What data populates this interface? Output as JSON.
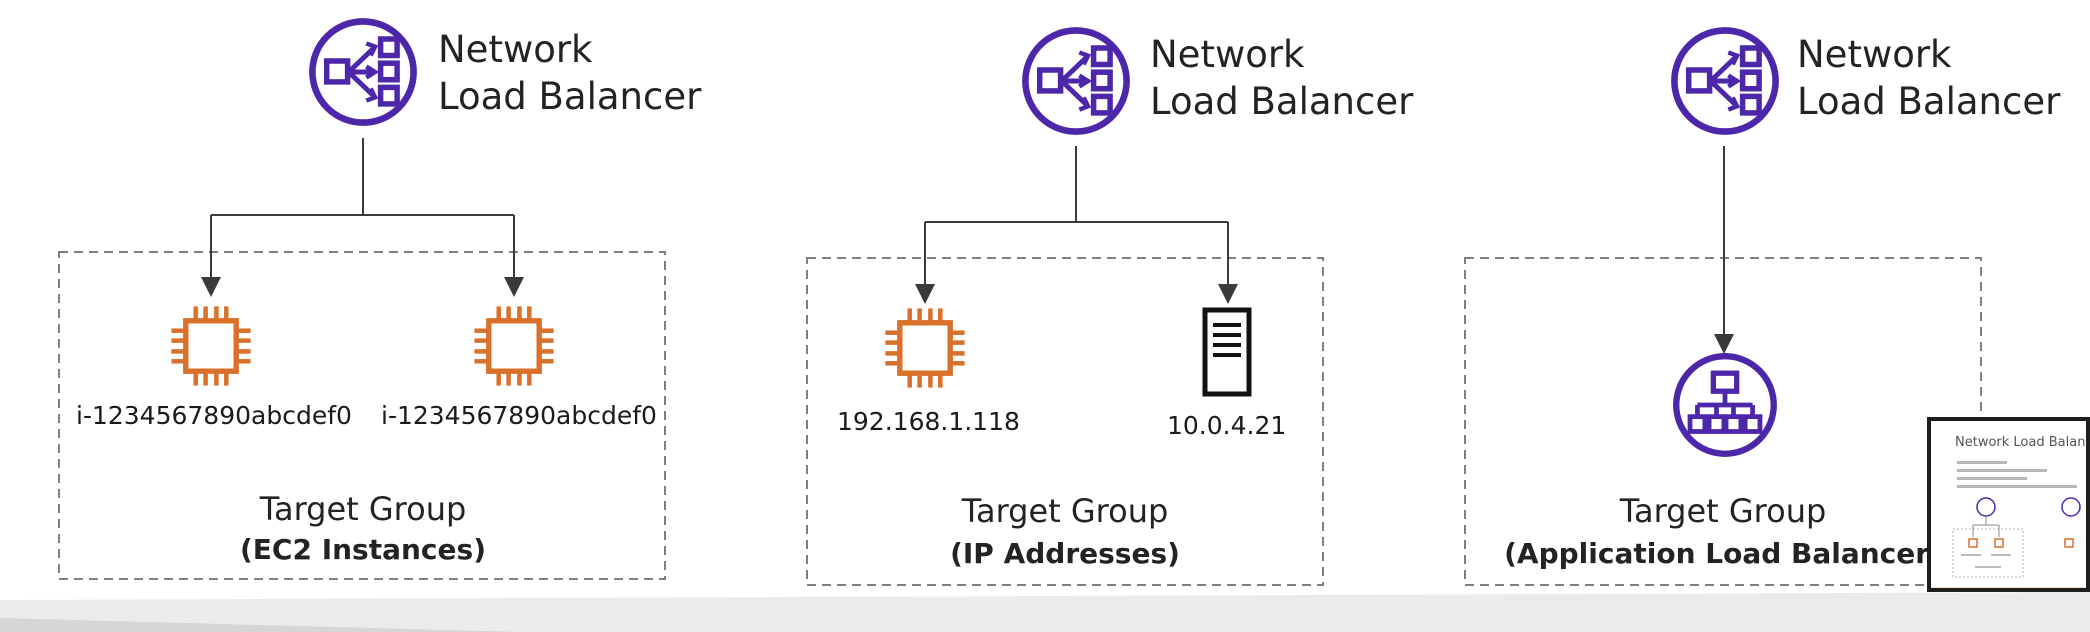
{
  "colors": {
    "purple": "#4d27aa",
    "orange": "#d9712a",
    "connector": "#3a3a3a",
    "border_dashed": "#7f7f7f",
    "footer": "#e8e8e8"
  },
  "panels": [
    {
      "nlb": {
        "icon": "network-load-balancer-icon",
        "line1": "Network",
        "line2": "Load Balancer"
      },
      "targets": [
        {
          "icon": "ec2-instance-icon",
          "label": "i-1234567890abcdef0"
        },
        {
          "icon": "ec2-instance-icon",
          "label": "i-1234567890abcdef0"
        }
      ],
      "group": {
        "title": "Target Group",
        "subtitle": "(EC2 Instances)"
      }
    },
    {
      "nlb": {
        "icon": "network-load-balancer-icon",
        "line1": "Network",
        "line2": "Load Balancer"
      },
      "targets": [
        {
          "icon": "ec2-instance-icon",
          "label": "192.168.1.118"
        },
        {
          "icon": "server-icon",
          "label": "10.0.4.21"
        }
      ],
      "group": {
        "title": "Target Group",
        "subtitle": "(IP Addresses)"
      }
    },
    {
      "nlb": {
        "icon": "network-load-balancer-icon",
        "line1": "Network",
        "line2": "Load Balancer"
      },
      "targets": [
        {
          "icon": "application-load-balancer-icon",
          "label": ""
        }
      ],
      "group": {
        "title": "Target Group",
        "subtitle": "(Application Load Balancer)"
      }
    }
  ],
  "thumbnail": {
    "title": "Network Load Balancer"
  }
}
